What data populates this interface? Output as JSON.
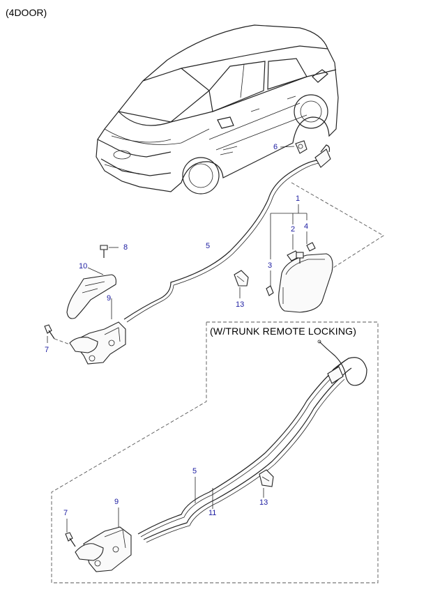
{
  "title": "(4DOOR)",
  "section_label": "(W/TRUNK REMOTE LOCKING)",
  "callouts": {
    "c1": "1",
    "c2": "2",
    "c3": "3",
    "c4": "4",
    "c5_upper": "5",
    "c6": "6",
    "c7_upper": "7",
    "c8": "8",
    "c9_upper": "9",
    "c10": "10",
    "c13_upper": "13",
    "c5_lower": "5",
    "c7_lower": "7",
    "c9_lower": "9",
    "c11": "11",
    "c13_lower": "13"
  },
  "colors": {
    "callout": "#1a1aa0",
    "line": "#222222"
  }
}
